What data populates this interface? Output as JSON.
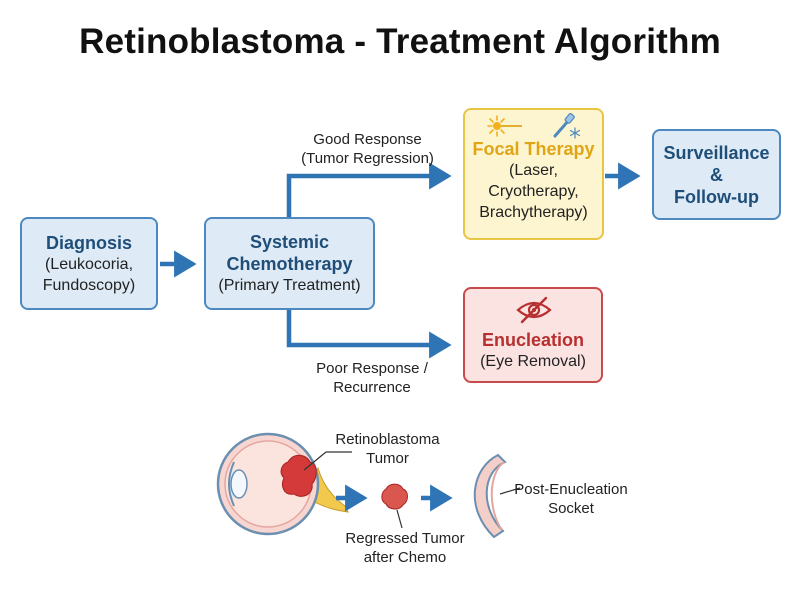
{
  "title": "Retinoblastoma - Treatment Algorithm",
  "nodes": {
    "diagnosis": {
      "title": "Diagnosis",
      "lines": [
        "(Leukocoria,",
        "Fundoscopy)"
      ]
    },
    "chemo": {
      "title_lines": [
        "Systemic",
        "Chemotherapy"
      ],
      "sub": "(Primary Treatment)"
    },
    "focal": {
      "title": "Focal Therapy",
      "lines": [
        "(Laser,",
        "Cryotherapy,",
        "Brachytherapy)"
      ]
    },
    "surveillance": {
      "title_lines": [
        "Surveillance",
        "&",
        "Follow-up"
      ]
    },
    "enucleation": {
      "title": "Enucleation",
      "sub": "(Eye Removal)"
    }
  },
  "edges": {
    "good": [
      "Good Response",
      "(Tumor Regression)"
    ],
    "poor": [
      "Poor Response /",
      "Recurrence"
    ]
  },
  "illustration": {
    "retino_label": [
      "Retinoblastoma",
      "Tumor"
    ],
    "regressed_label": [
      "Regressed Tumor",
      "after Chemo"
    ],
    "socket_label": [
      "Post-Enucleation",
      "Socket"
    ]
  },
  "icons": {
    "laser": "laser-icon",
    "cryo": "cryoprobe-icon",
    "eye_slash": "eye-slash-icon"
  },
  "colors": {
    "arrow_blue": "#2f74b5",
    "box_blue_border": "#4d89bf",
    "box_blue_fill": "#deebf6",
    "focal_border": "#e8c544",
    "focal_fill": "#fdf5cf",
    "focal_title": "#e0a516",
    "enuc_border": "#c74b4b",
    "enuc_fill": "#fbe3e2",
    "enuc_title": "#b72f2f",
    "tumor": "#d43a3a"
  }
}
